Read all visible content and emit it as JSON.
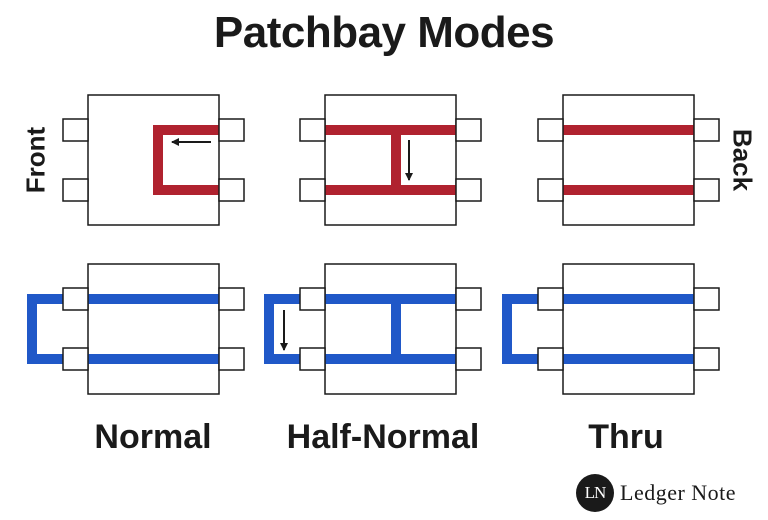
{
  "title": "Patchbay Modes",
  "side_labels": {
    "front": "Front",
    "back": "Back"
  },
  "modes": [
    "Normal",
    "Half-Normal",
    "Thru"
  ],
  "logo": {
    "mark": "LN",
    "text": "Ledger Note"
  },
  "colors": {
    "front_path": "#b0222f",
    "back_path": "#2058c8",
    "outline": "#1a1a1a"
  }
}
